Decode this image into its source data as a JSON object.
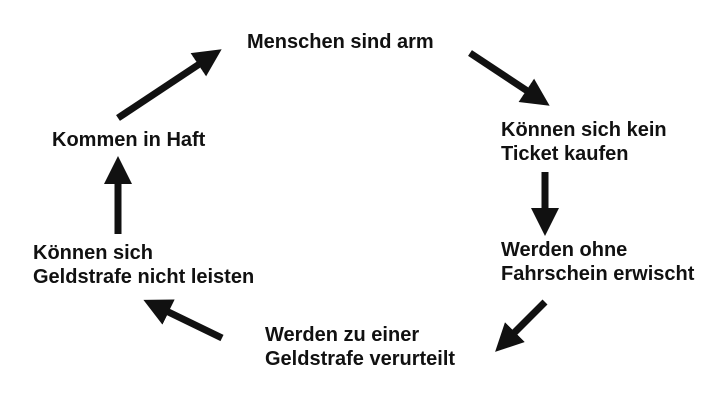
{
  "diagram": {
    "nodes": [
      {
        "lines": [
          "Menschen sind arm"
        ]
      },
      {
        "lines": [
          "Können sich kein",
          "Ticket kaufen"
        ]
      },
      {
        "lines": [
          "Werden ohne",
          "Fahrschein erwischt"
        ]
      },
      {
        "lines": [
          "Werden zu einer",
          "Geldstrafe verurteilt"
        ]
      },
      {
        "lines": [
          "Können sich",
          "Geldstrafe nicht leisten"
        ]
      },
      {
        "lines": [
          "Kommen in Haft"
        ]
      }
    ],
    "arrow_color": "#111111",
    "text_color": "#111111",
    "background_color": "#ffffff"
  }
}
